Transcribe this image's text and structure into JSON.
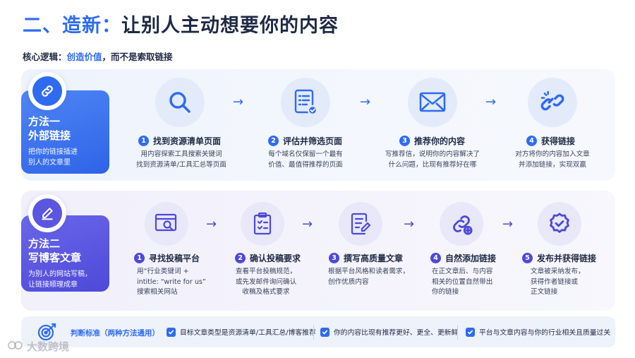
{
  "header": {
    "title_prefix": "二、造新：",
    "title_rest": "让别人主动想要你的内容",
    "subtitle_label": "核心逻辑：",
    "subtitle_highlight": "创造价值",
    "subtitle_rest": "，而不是索取链接"
  },
  "method1": {
    "name_line1": "方法一",
    "name_line2": "外部链接",
    "desc_line1": "把你的链接插进",
    "desc_line2": "别人的文章里",
    "badge_icon": "link-icon",
    "steps": [
      {
        "num": "1",
        "title": "找到资源清单页面",
        "desc1": "用内容探索工具搜索关键词",
        "desc2": "找到资源清单/工具汇总等页面",
        "icon": "magnifier-icon"
      },
      {
        "num": "2",
        "title": "评估并筛选页面",
        "desc1": "每个域名仅保留一个最有",
        "desc2": "价值、最值得推荐的页面",
        "icon": "checklist-icon"
      },
      {
        "num": "3",
        "title": "推荐你的内容",
        "desc1": "写推荐信，说明你的内容解决了",
        "desc2": "什么问题，比现有推荐好在哪",
        "icon": "envelope-icon"
      },
      {
        "num": "4",
        "title": "获得链接",
        "desc1": "对方将你的内容加入文章",
        "desc2": "并添加链接，实现双赢",
        "icon": "broken-link-icon"
      }
    ]
  },
  "method2": {
    "name_line1": "方法二",
    "name_line2": "写博客文章",
    "desc_line1": "为别人的网站写稿，",
    "desc_line2": "让链接顺理成章",
    "badge_icon": "pen-icon",
    "steps": [
      {
        "num": "1",
        "title": "寻找投稿平台",
        "desc1": "用“行业类键词 +",
        "desc2": "intitle: “write for us”",
        "desc3": "搜索相关网站",
        "icon": "browser-search-icon"
      },
      {
        "num": "2",
        "title": "确认投稿要求",
        "desc1": "查看平台投稿规范，",
        "desc2": "或先发邮件询问确认",
        "desc3": "收稿及格式要求",
        "icon": "clipboard-check-icon"
      },
      {
        "num": "3",
        "title": "撰写高质量文章",
        "desc1": "根据平台风格和读者需求，",
        "desc2": "创作优质内容",
        "desc3": "",
        "icon": "document-edit-icon"
      },
      {
        "num": "4",
        "title": "自然添加链接",
        "desc1": "在正文章后、与内容",
        "desc2": "相关的位置自然带出",
        "desc3": "你的链接",
        "icon": "link-add-icon"
      },
      {
        "num": "5",
        "title": "发布并获得链接",
        "desc1": "文章被采纳发布，",
        "desc2": "获得作者链接或",
        "desc3": "正文链接",
        "icon": "verified-badge-icon"
      }
    ]
  },
  "footer": {
    "label": "判断标准（两种方法通用）",
    "icon": "target-icon",
    "criteria": [
      "目标文章类型是资源清单/工具汇总/博客推荐",
      "你的内容比现有推荐更好、更全、更新鲜",
      "平台与文章内容与你的行业相关且质量过关"
    ]
  },
  "watermark": "大数跨境",
  "colors": {
    "accent": "#2f6bf0",
    "accent2": "#4e49d8",
    "text": "#1f2a44"
  }
}
